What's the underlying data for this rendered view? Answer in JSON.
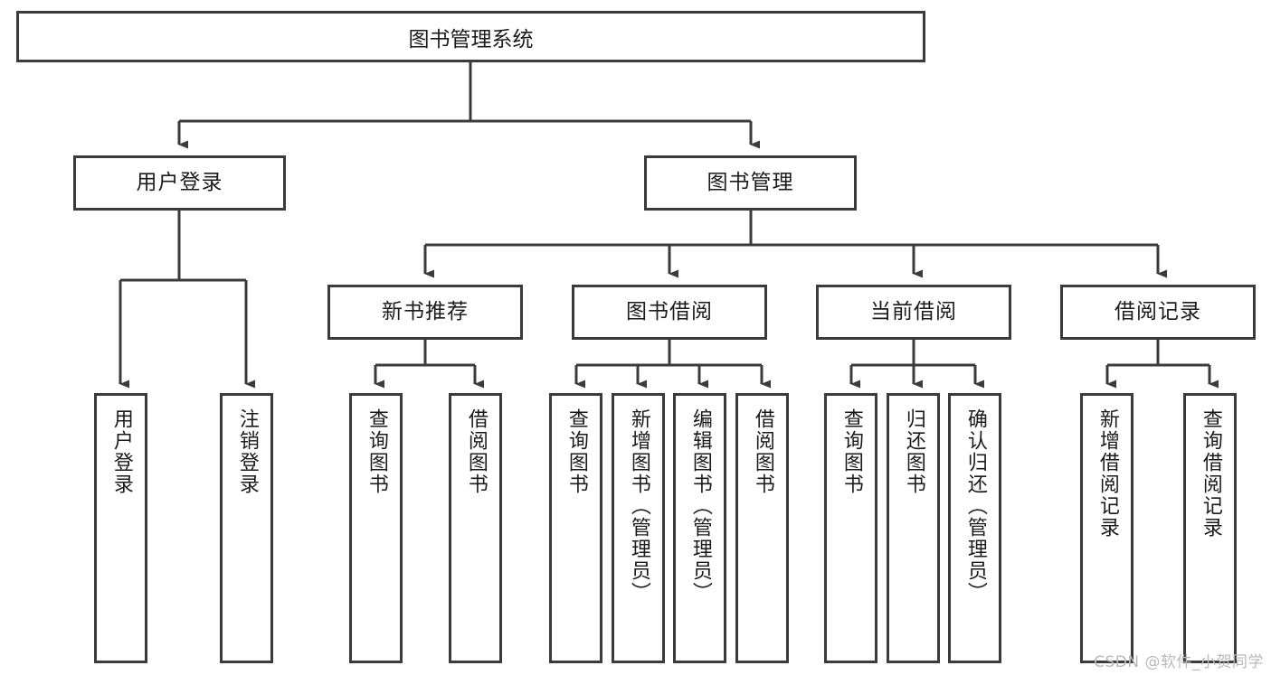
{
  "diagram": {
    "title": "图书管理系统",
    "type": "tree-hierarchy-diagram",
    "colors": {
      "stroke": "#3b3b3b",
      "fill": "#ffffff",
      "text": "#1b1b1b",
      "watermark": "#b9b9b9"
    },
    "root": {
      "label": "图书管理系统"
    },
    "level2": [
      {
        "label": "用户登录"
      },
      {
        "label": "图书管理"
      }
    ],
    "level3": [
      {
        "label": "新书推荐"
      },
      {
        "label": "图书借阅"
      },
      {
        "label": "当前借阅"
      },
      {
        "label": "借阅记录"
      }
    ],
    "leaves": {
      "user_login": [
        {
          "label": "用户登录"
        },
        {
          "label": "注销登录"
        }
      ],
      "new_book_recommend": [
        {
          "label": "查询图书"
        },
        {
          "label": "借阅图书"
        }
      ],
      "book_borrow": [
        {
          "label": "查询图书"
        },
        {
          "label": "新增图书（管理员）"
        },
        {
          "label": "编辑图书（管理员）"
        },
        {
          "label": "借阅图书"
        }
      ],
      "current_borrow": [
        {
          "label": "查询图书"
        },
        {
          "label": "归还图书"
        },
        {
          "label": "确认归还（管理员）"
        }
      ],
      "borrow_record": [
        {
          "label": "新增借阅记录"
        },
        {
          "label": "查询借阅记录"
        }
      ]
    },
    "watermark": "CSDN @软件_小贺同学"
  }
}
